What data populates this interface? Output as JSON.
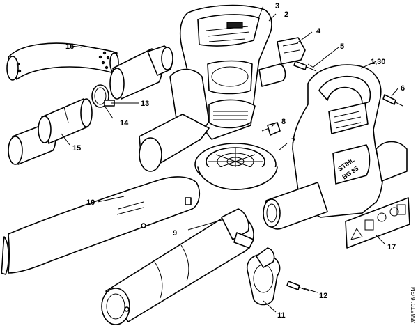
{
  "callouts": {
    "c1": "1,30",
    "c2": "2",
    "c3": "3",
    "c4": "4",
    "c5": "5",
    "c6": "6",
    "c7": "7",
    "c8": "8",
    "c9": "9",
    "c10": "10",
    "c11": "11",
    "c12": "12",
    "c13": "13",
    "c14": "14",
    "c15": "15",
    "c16": "16",
    "c17": "17"
  },
  "housing_branding": {
    "logo": "STIHL",
    "model": "BG 85"
  },
  "drawing_number": "358ET016 GM"
}
